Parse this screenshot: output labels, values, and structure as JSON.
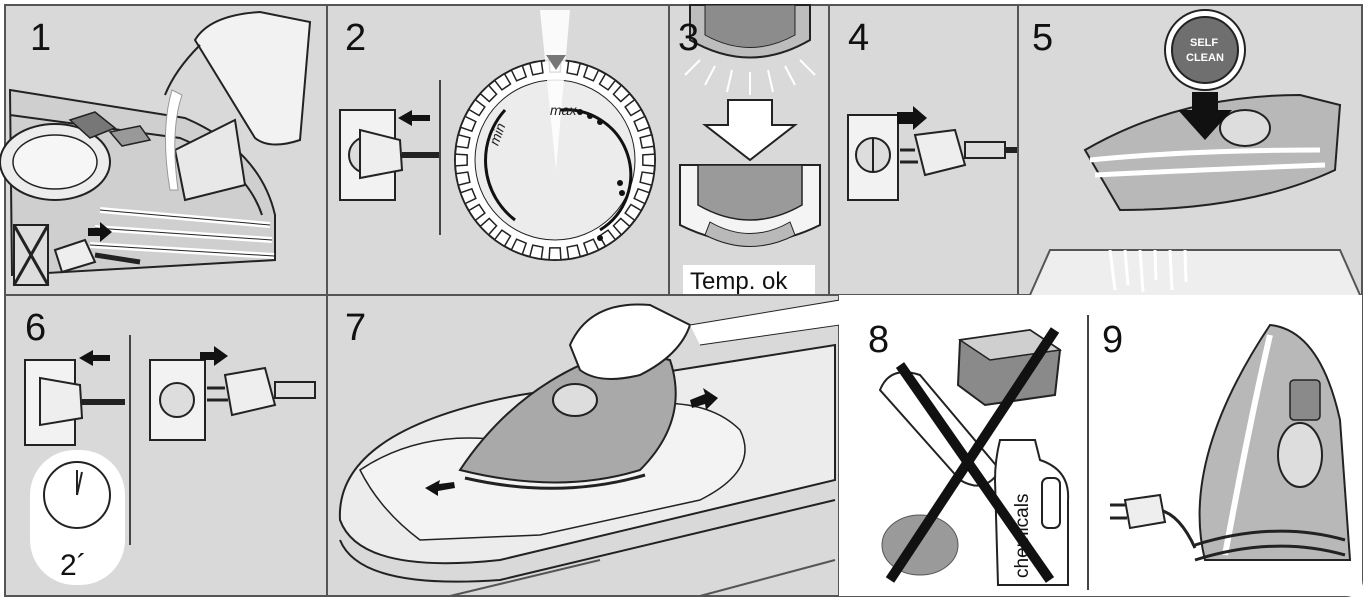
{
  "panels": [
    {
      "number": "1"
    },
    {
      "number": "2"
    },
    {
      "number": "3",
      "caption": "Temp. ok"
    },
    {
      "number": "4"
    },
    {
      "number": "5",
      "button_line1": "SELF",
      "button_line2": "CLEAN"
    },
    {
      "number": "6",
      "timer": "2´"
    },
    {
      "number": "7"
    },
    {
      "number": "8",
      "bottle_label": "chemicals"
    },
    {
      "number": "9"
    }
  ],
  "dial": {
    "min_label": "min",
    "max_label": "max"
  },
  "colors": {
    "panel_gray": "#d9d9d9",
    "border": "#555555",
    "line": "#222222",
    "iron_dark": "#8a8a8a",
    "iron_mid": "#b3b3b3",
    "white": "#ffffff"
  }
}
